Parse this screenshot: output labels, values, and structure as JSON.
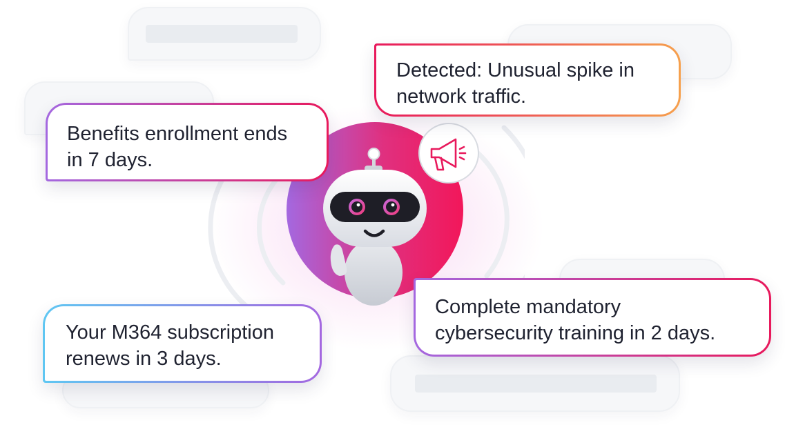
{
  "notifications": {
    "benefits": {
      "line1": "Benefits enrollment ends",
      "line2": "in 7 days."
    },
    "network": {
      "line1": "Detected: Unusual spike in",
      "line2": "network traffic."
    },
    "training": {
      "line1": "Complete mandatory",
      "line2": "cybersecurity training in 2 days."
    },
    "subscription": {
      "line1": "Your M364 subscription",
      "line2": "renews in 3 days."
    }
  },
  "icons": {
    "robot": "robot-mascot-icon",
    "announcement": "megaphone-icon"
  },
  "colors": {
    "magenta": "#e8195c",
    "purple": "#a468e0",
    "orange": "#f6a04d",
    "blue": "#5fc7f2",
    "text": "#1f2230"
  }
}
